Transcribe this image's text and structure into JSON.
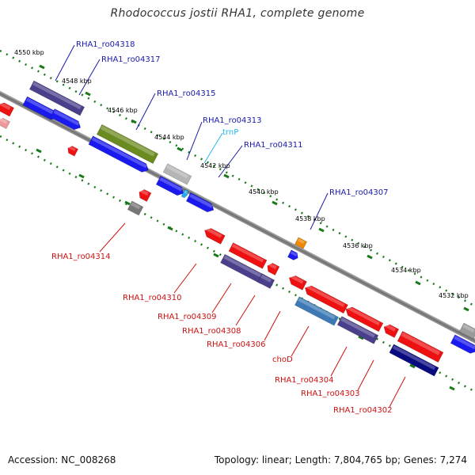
{
  "title": "Rhodococcus jostii RHA1, complete genome",
  "accession": "Accession: NC_008268",
  "summary": "Topology: linear; Length: 7,804,765 bp; Genes: 7,274",
  "colors": {
    "backbone": "#8a8a8a",
    "ruler_dots": "#1a7a1a",
    "top_label": "#1a1aaa",
    "bottom_label": "#cc1111",
    "trna_label": "#22bbee"
  },
  "kbp_ticks": [
    "4550 kbp",
    "4548 kbp",
    "4546 kbp",
    "4544 kbp",
    "4542 kbp",
    "4540 kbp",
    "4538 kbp",
    "4536 kbp",
    "4534 kbp",
    "4532 kbp"
  ],
  "top_labels": [
    "RHA1_ro04318",
    "RHA1_ro04317",
    "RHA1_ro04315",
    "RHA1_ro04313",
    "trnP",
    "RHA1_ro04311",
    "RHA1_ro04307"
  ],
  "bottom_labels": [
    "RHA1_ro04314",
    "RHA1_ro04310",
    "RHA1_ro04309",
    "RHA1_ro04308",
    "RHA1_ro04306",
    "choD",
    "RHA1_ro04304",
    "RHA1_ro04303",
    "RHA1_ro04302"
  ]
}
